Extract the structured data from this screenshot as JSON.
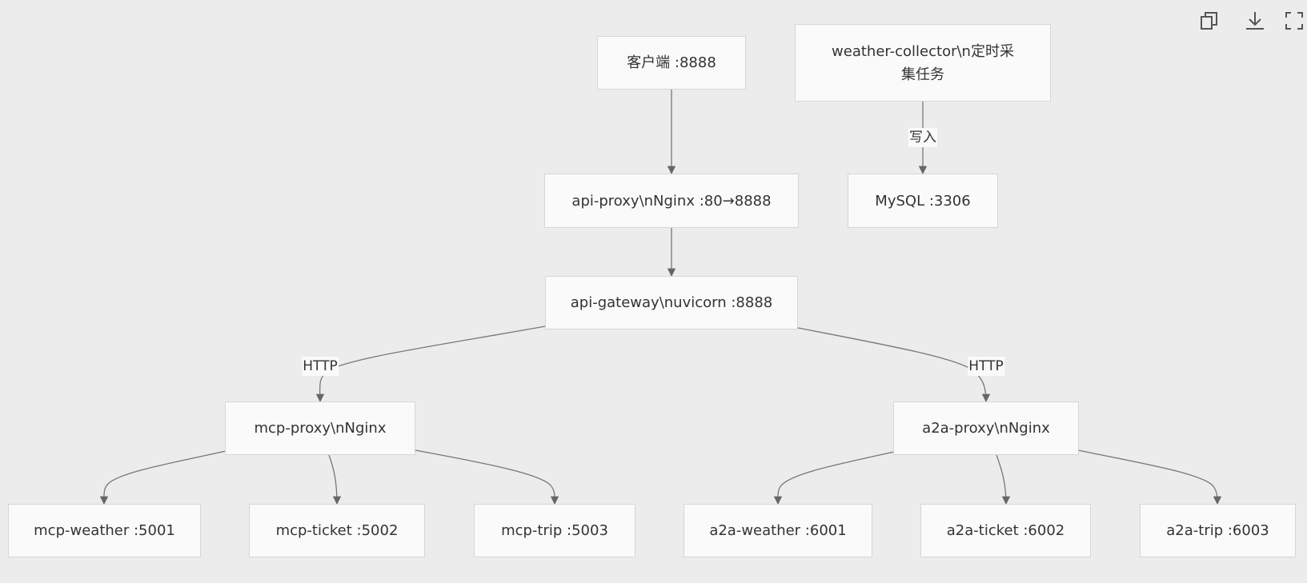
{
  "nodes": {
    "client": "客户端 :8888",
    "collector": "weather-collector\\n定时采集任务",
    "api_proxy": "api-proxy\\nNginx :80→8888",
    "mysql": "MySQL :3306",
    "api_gateway": "api-gateway\\nuvicorn :8888",
    "mcp_proxy": "mcp-proxy\\nNginx",
    "a2a_proxy": "a2a-proxy\\nNginx",
    "mcp_weather": "mcp-weather :5001",
    "mcp_ticket": "mcp-ticket :5002",
    "mcp_trip": "mcp-trip :5003",
    "a2a_weather": "a2a-weather :6001",
    "a2a_ticket": "a2a-ticket :6002",
    "a2a_trip": "a2a-trip :6003"
  },
  "edge_labels": {
    "write": "写入",
    "http_mcp": "HTTP",
    "http_a2a": "HTTP"
  },
  "toolbar": {
    "copy_icon": "copy-icon",
    "download_icon": "download-icon",
    "fullscreen_icon": "fullscreen-icon"
  },
  "colors": {
    "background": "#ececec",
    "node_fill": "#fafafa",
    "node_border": "#d6d6d6",
    "edge": "#777777",
    "text": "#333333"
  }
}
